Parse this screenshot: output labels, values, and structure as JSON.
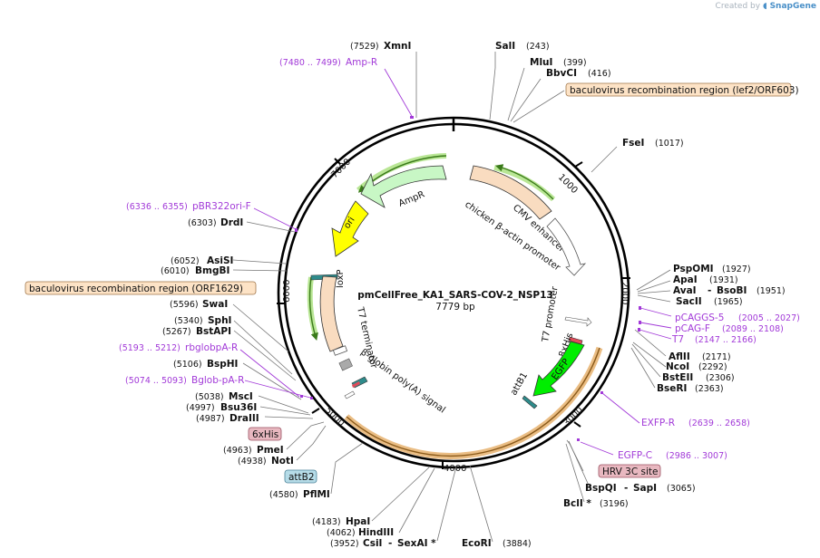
{
  "credit": {
    "prefix": "Created by",
    "brand": "SnapGene"
  },
  "plasmid": {
    "name": "pmCellFree_KA1_SARS-COV-2_NSP13",
    "size_label": "7779 bp",
    "length": 7779
  },
  "ticks": [
    "1000",
    "2000",
    "3000",
    "4000",
    "5000",
    "6000",
    "7000"
  ],
  "enzymes": [
    {
      "name": "XmnI",
      "pos": "(7529)"
    },
    {
      "name": "SalI",
      "pos": "(243)"
    },
    {
      "name": "MluI",
      "pos": "(399)"
    },
    {
      "name": "BbvCI",
      "pos": "(416)"
    },
    {
      "name": "FseI",
      "pos": "(1017)"
    },
    {
      "name": "PspOMI",
      "pos": "(1927)"
    },
    {
      "name": "ApaI",
      "pos": "(1931)"
    },
    {
      "name": "AvaI",
      "name2": "BsoBI",
      "pos": "(1951)"
    },
    {
      "name": "SacII",
      "pos": "(1965)"
    },
    {
      "name": "AflII",
      "pos": "(2171)"
    },
    {
      "name": "NcoI",
      "pos": "(2292)"
    },
    {
      "name": "BstEII",
      "pos": "(2306)"
    },
    {
      "name": "BseRI",
      "pos": "(2363)"
    },
    {
      "name": "BspQI",
      "name2": "SapI",
      "pos": "(3065)"
    },
    {
      "name": "BclI *",
      "pos": "(3196)"
    },
    {
      "name": "EcoRI",
      "pos": "(3884)"
    },
    {
      "name": "CsiI",
      "name2": "SexAI *",
      "pos": "(3952)"
    },
    {
      "name": "HindIII",
      "pos": "(4062)"
    },
    {
      "name": "HpaI",
      "pos": "(4183)"
    },
    {
      "name": "PflMI",
      "pos": "(4580)"
    },
    {
      "name": "NotI",
      "pos": "(4938)"
    },
    {
      "name": "PmeI",
      "pos": "(4963)"
    },
    {
      "name": "DraIII",
      "pos": "(4987)"
    },
    {
      "name": "Bsu36I",
      "pos": "(4997)"
    },
    {
      "name": "MscI",
      "pos": "(5038)"
    },
    {
      "name": "BspHI",
      "pos": "(5106)"
    },
    {
      "name": "BstAPI",
      "pos": "(5267)"
    },
    {
      "name": "SphI",
      "pos": "(5340)"
    },
    {
      "name": "SwaI",
      "pos": "(5596)"
    },
    {
      "name": "BmgBI",
      "pos": "(6010)"
    },
    {
      "name": "AsiSI",
      "pos": "(6052)"
    },
    {
      "name": "DrdI",
      "pos": "(6303)"
    }
  ],
  "primers": [
    {
      "name": "Amp-R",
      "pos": "(7480 .. 7499)"
    },
    {
      "name": "pBR322ori-F",
      "pos": "(6336 .. 6355)"
    },
    {
      "name": "rbglobpA-R",
      "pos": "(5193 .. 5212)"
    },
    {
      "name": "Bglob-pA-R",
      "pos": "(5074 .. 5093)"
    },
    {
      "name": "pCAGGS-5",
      "pos": "(2005 .. 2027)"
    },
    {
      "name": "pCAG-F",
      "pos": "(2089 .. 2108)"
    },
    {
      "name": "T7",
      "pos": "(2147 .. 2166)"
    },
    {
      "name": "EXFP-R",
      "pos": "(2639 .. 2658)"
    },
    {
      "name": "EGFP-C",
      "pos": "(2986 .. 3007)"
    }
  ],
  "boxed_features": [
    {
      "name": "baculovirus recombination region (lef2/ORF603)"
    },
    {
      "name": "baculovirus recombination region (ORF1629)"
    },
    {
      "name": "6xHis"
    },
    {
      "name": "attB2"
    },
    {
      "name": "HRV 3C site"
    }
  ],
  "inner_labels": {
    "ampr": "AmpR",
    "ori": "ori",
    "cmv": "CMV enhancer",
    "cba": "chicken β-actin promoter",
    "loxp": "loxP",
    "t7term": "T7 terminator",
    "bglob": "β-globin poly(A) signal",
    "t7prom": "T7 promoter",
    "his": "8xHis",
    "egfp": "EGFP",
    "attb1": "attB1"
  },
  "colors": {
    "backbone": "#000000",
    "ampr": "#c8f7c5",
    "ori": "#ffff00",
    "cmv": "#f9dcc0",
    "egfp": "#00ee00",
    "primer": "#a23ad8",
    "box_orange": "#fde3c6",
    "box_pink": "#e8b8c0",
    "box_blue": "#b6dce8",
    "highlight_green": "#73c24b",
    "highlight_orange": "#e6b16e"
  }
}
